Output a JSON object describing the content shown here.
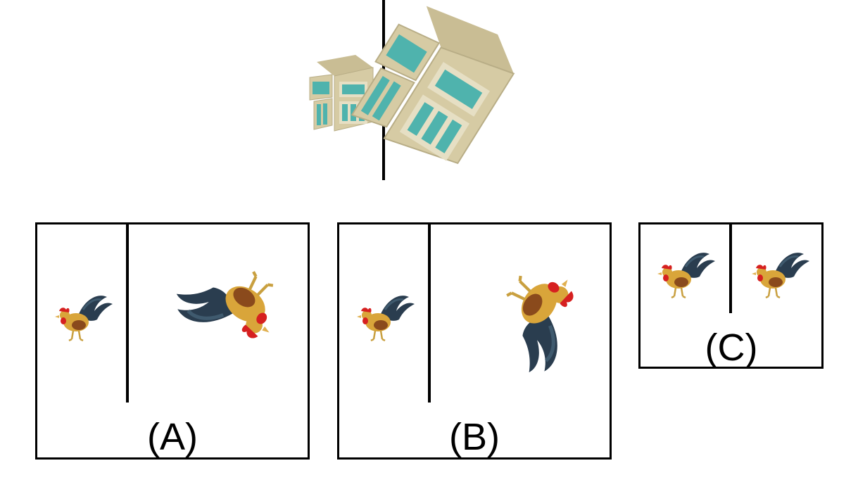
{
  "example": {
    "left_object": "fridge-icon",
    "right_object": "fridge-icon"
  },
  "options": [
    {
      "label": "(A)",
      "left_object": "rooster-icon",
      "right_object": "rooster-icon"
    },
    {
      "label": "(B)",
      "left_object": "rooster-icon",
      "right_object": "rooster-icon"
    },
    {
      "label": "(C)",
      "left_object": "rooster-icon",
      "right_object": "rooster-icon"
    }
  ],
  "colors": {
    "fridge_body": "#d6cba4",
    "fridge_shelf": "#4fb3ad",
    "rooster_tail": "#2a3d4f",
    "rooster_body": "#d9a53a",
    "rooster_comb": "#d62020"
  }
}
